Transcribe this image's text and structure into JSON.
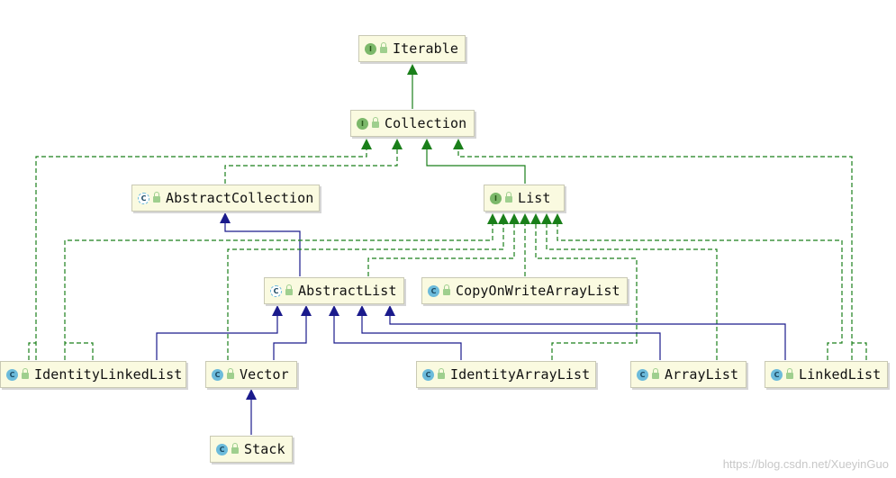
{
  "diagram": {
    "nodes": {
      "iterable": {
        "label": "Iterable",
        "badge": "I"
      },
      "collection": {
        "label": "Collection",
        "badge": "I"
      },
      "abstract_collection": {
        "label": "AbstractCollection",
        "badge": "C"
      },
      "list": {
        "label": "List",
        "badge": "I"
      },
      "abstract_list": {
        "label": "AbstractList",
        "badge": "C"
      },
      "copy_on_write_array_list": {
        "label": "CopyOnWriteArrayList",
        "badge": "C"
      },
      "identity_linked_list": {
        "label": "IdentityLinkedList",
        "badge": "C"
      },
      "vector": {
        "label": "Vector",
        "badge": "C"
      },
      "identity_array_list": {
        "label": "IdentityArrayList",
        "badge": "C"
      },
      "array_list": {
        "label": "ArrayList",
        "badge": "C"
      },
      "linked_list": {
        "label": "LinkedList",
        "badge": "C"
      },
      "stack": {
        "label": "Stack",
        "badge": "C"
      }
    },
    "legend_colors": {
      "extends_interface": "#1a7f1a",
      "implements": "#1a7f1a",
      "extends_class": "#1a1a8c"
    }
  },
  "watermark": "https://blog.csdn.net/XueyinGuo"
}
